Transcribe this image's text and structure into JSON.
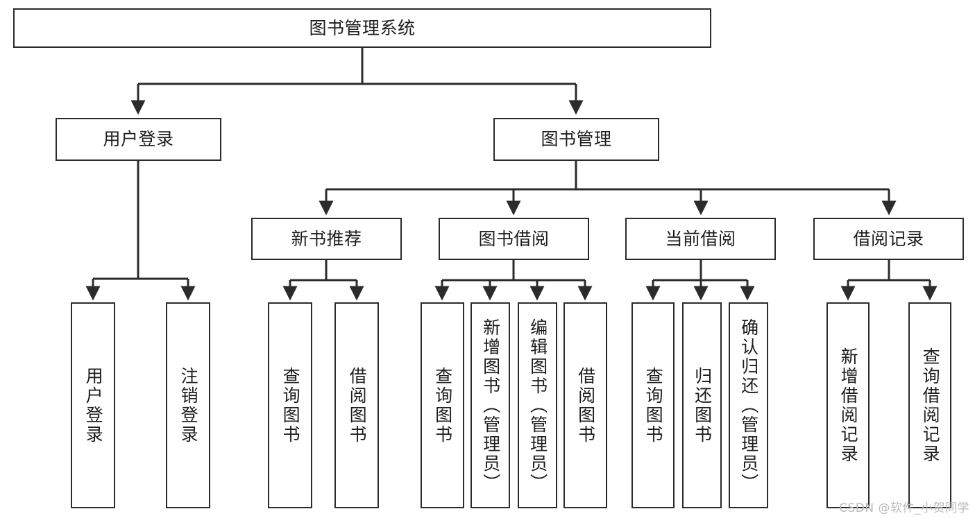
{
  "diagram": {
    "title": "图书管理系统",
    "watermark": "CSDN @软件_小贺同学",
    "colors": {
      "box_border": "#2b2b2b",
      "box_fill": "#ffffff",
      "edge": "#2b2b2b",
      "text": "#1d1d1d",
      "background": "#ffffff",
      "watermark": "#b9b9b9"
    },
    "root": {
      "label": "图书管理系统"
    },
    "level2": [
      {
        "label": "用户登录"
      },
      {
        "label": "图书管理"
      }
    ],
    "level3": [
      {
        "label": "新书推荐"
      },
      {
        "label": "图书借阅"
      },
      {
        "label": "当前借阅"
      },
      {
        "label": "借阅记录"
      }
    ],
    "leaves": {
      "user_login": [
        {
          "label": "用户登录"
        },
        {
          "label": "注销登录"
        }
      ],
      "new_book_recommend": [
        {
          "label": "查询图书"
        },
        {
          "label": "借阅图书"
        }
      ],
      "book_borrow": [
        {
          "label": "查询图书"
        },
        {
          "label": "新增图书（管理员）"
        },
        {
          "label": "编辑图书（管理员）"
        },
        {
          "label": "借阅图书"
        }
      ],
      "current_borrow": [
        {
          "label": "查询图书"
        },
        {
          "label": "归还图书"
        },
        {
          "label": "确认归还（管理员）"
        }
      ],
      "borrow_record": [
        {
          "label": "新增借阅记录"
        },
        {
          "label": "查询借阅记录"
        }
      ]
    }
  }
}
